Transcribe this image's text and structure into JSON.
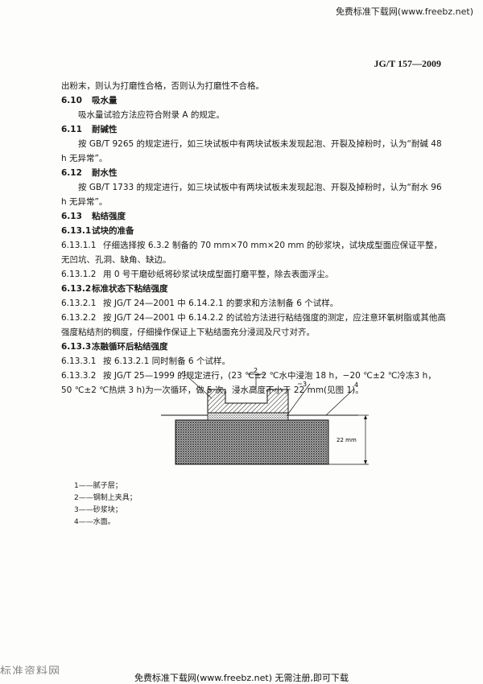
{
  "watermark_top": "免费标准下载网(www.freebz.net)",
  "std_code": "JG/T 157—2009",
  "paragraphs": [
    {
      "type": "text",
      "text": "出粉末，则认为打磨性合格，否则认为打磨性不合格。"
    },
    {
      "type": "heading",
      "num": "6.10",
      "title": "吸水量"
    },
    {
      "type": "indent",
      "text": "吸水量试验方法应符合附录 A 的规定。"
    },
    {
      "type": "heading",
      "num": "6.11",
      "title": "耐碱性"
    },
    {
      "type": "indent",
      "text": "按 GB/T 9265 的规定进行，如三块试板中有两块试板未发现起泡、开裂及掉粉时，认为“耐碱 48 h 无异常”。"
    },
    {
      "type": "heading",
      "num": "6.12",
      "title": "耐水性"
    },
    {
      "type": "indent",
      "text": "按 GB/T 1733 的规定进行，如三块试板中有两块试板未发现起泡、开裂及掉粉时，认为“耐水 96 h 无异常”。"
    },
    {
      "type": "heading",
      "num": "6.13",
      "title": "粘结强度"
    },
    {
      "type": "heading",
      "num": "6.13.1",
      "title": "试块的准备"
    },
    {
      "type": "item",
      "num": "6.13.1.1",
      "text": "仔细选择按 6.3.2 制备的 70 mm×70 mm×20 mm 的砂浆块，试块成型面应保证平整，无凹坑、孔洞、缺角、缺边。"
    },
    {
      "type": "item",
      "num": "6.13.1.2",
      "text": "用 0 号干磨砂纸将砂浆试块成型面打磨平整，除去表面浮尘。"
    },
    {
      "type": "heading",
      "num": "6.13.2",
      "title": "标准状态下粘结强度"
    },
    {
      "type": "item",
      "num": "6.13.2.1",
      "text": "按 JG/T 24—2001 中 6.14.2.1 的要求和方法制备 6 个试样。"
    },
    {
      "type": "item",
      "num": "6.13.2.2",
      "text": "按 JG/T 24—2001 中 6.14.2.2 的试验方法进行粘结强度的测定，应注意环氧树脂或其他高强度粘结剂的稠度，仔细操作保证上下粘结面充分浸润及尺寸对齐。"
    },
    {
      "type": "heading",
      "num": "6.13.3",
      "title": "冻融循环后粘结强度"
    },
    {
      "type": "item",
      "num": "6.13.3.1",
      "text": "按 6.13.2.1 同时制备 6 个试样。"
    },
    {
      "type": "item",
      "num": "6.13.3.2",
      "text": "按 JG/T 25—1999 的规定进行，(23 ℃±2 ℃水中浸泡 18 h，−20 ℃±2 ℃冷冻3 h，50 ℃±2 ℃热烘 3 h)为一次循环，做 5 次。浸水高度不小于 22 mm(见图 1)。"
    }
  ],
  "figure": {
    "callouts": [
      "1",
      "2",
      "3",
      "4"
    ],
    "dimension_label": "22 mm"
  },
  "legend": [
    "1——腻子层；",
    "2——钢制上夹具；",
    "3——砂浆块；",
    "4——水面。"
  ],
  "bottom_scan": "标准资料网",
  "watermark_bottom": "免费标准下载网(www.freebz.net) 无需注册,即可下载"
}
